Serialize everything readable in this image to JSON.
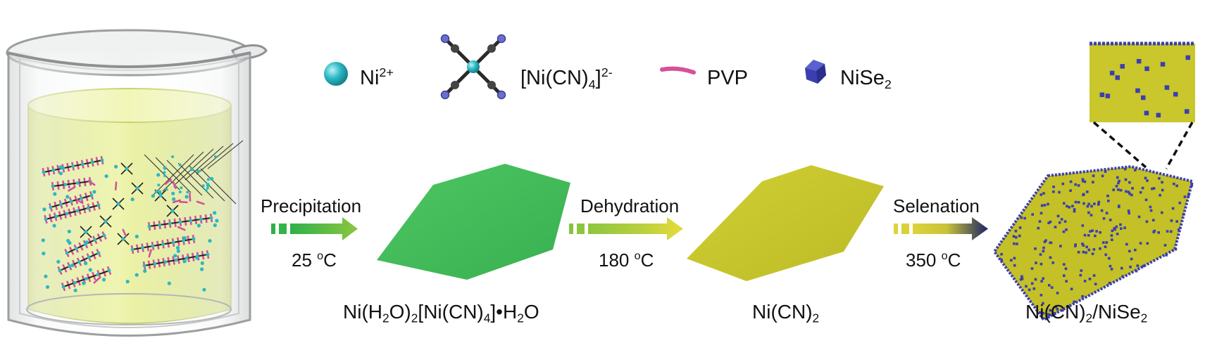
{
  "legend": [
    {
      "id": "ni-ion",
      "label": "Ni",
      "sup": "2+",
      "icon": "cyan-sphere-icon",
      "color": "#2bb8c4"
    },
    {
      "id": "nicn4",
      "label": "[Ni(CN)",
      "sub": "4",
      "label_end": "]",
      "sup": "2-",
      "icon": "tetracyanonickelate-molecule-icon"
    },
    {
      "id": "pvp",
      "label": "PVP",
      "icon": "pvp-chain-icon",
      "color": "#d4519a"
    },
    {
      "id": "nise2",
      "label": "NiSe",
      "sub": "2",
      "icon": "blue-cube-icon",
      "color": "#2e37a8"
    }
  ],
  "steps": [
    {
      "label": "Precipitation",
      "temp_value": "25 ",
      "temp_sup": "o",
      "temp_unit": "C",
      "arrow_colors": [
        "#2eb14a",
        "#7cc441"
      ]
    },
    {
      "label": "Dehydration",
      "temp_value": "180 ",
      "temp_sup": "o",
      "temp_unit": "C",
      "arrow_colors": [
        "#7cc441",
        "#e3d93a"
      ]
    },
    {
      "label": "Selenation",
      "temp_value": "350 ",
      "temp_sup": "o",
      "temp_unit": "C",
      "arrow_colors": [
        "#dcd23a",
        "#1b2466"
      ]
    }
  ],
  "products": {
    "p1": {
      "a": "Ni(H",
      "a_sub": "2",
      "b": "O)",
      "b_sub": "2",
      "c": "[Ni(CN)",
      "c_sub": "4",
      "d": "]•H",
      "d_sub": "2",
      "e": "O"
    },
    "p2": {
      "a": "Ni(CN)",
      "a_sub": "2"
    },
    "p3": {
      "a": "Ni(CN)",
      "a_sub": "2",
      "b": "/NiSe",
      "b_sub": "2"
    }
  },
  "colors": {
    "solution": "#e8f09a",
    "sheet_hydrate": "#43be5a",
    "sheet_nicn2": "#c9c72c",
    "sheet_composite": "#c4c028",
    "nise2": "#3a3fb0"
  }
}
